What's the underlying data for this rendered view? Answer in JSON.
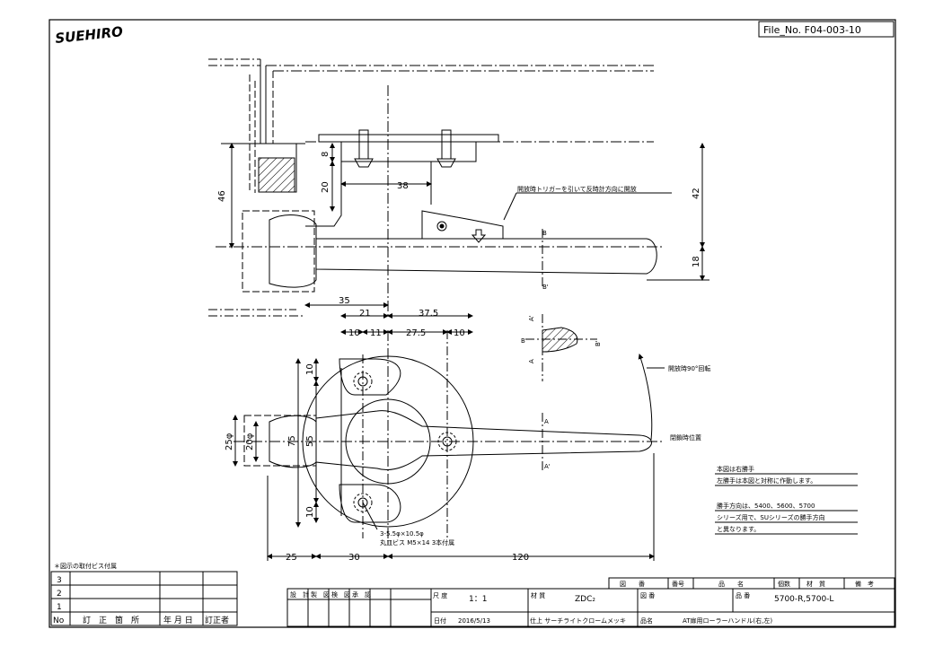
{
  "brand": {
    "logo_text": "SUEHIRO"
  },
  "file_no": "File_No. F04-003-10",
  "dimensions": {
    "d46": "46",
    "d8": "8",
    "d20": "20",
    "d38": "38",
    "d42": "42",
    "d18": "18",
    "d35": "35",
    "d21": "21",
    "d37_5": "37.5",
    "d10a": "10",
    "d11": "11",
    "d27_5": "27.5",
    "d10b": "10",
    "d10c": "10",
    "d10d": "10",
    "d25phi": "25φ",
    "d20phi": "20φ",
    "d75": "75",
    "d55": "55",
    "d25": "25",
    "d30": "30",
    "d120": "120"
  },
  "section_labels": {
    "a_prime_top": "A'",
    "b": "B",
    "b_prime": "B'",
    "a": "A",
    "b_side": "B",
    "b_prime_side": "B'",
    "a_mid": "A",
    "a_prime_mid": "A'"
  },
  "annotations": {
    "trigger_note": "開放時トリガーを引いて反時計方向に開放",
    "rotate_note": "開放時90°回転",
    "closed_note": "閉鎖時位置",
    "hole_note_1": "3-5.5φ×10.5φ",
    "hole_note_2": "丸皿ビス M5×14 3本付属",
    "hand_note_1": "本図は右勝手",
    "hand_note_2": "左勝手は本図と対称に作動します。",
    "hand_note_3": "勝手方向は、5400、5600、5700",
    "hand_note_4": "シリーズ用で、SUシリーズの勝手方向",
    "hand_note_5": "と異なります。",
    "screw_note": "＊図示の取付ビス付属"
  },
  "revision_table": {
    "rows": [
      "3",
      "2",
      "1"
    ],
    "headers": [
      "No",
      "訂　正　箇　所",
      "年 月 日",
      "訂正者"
    ]
  },
  "title_block": {
    "design": "設　計",
    "draft": "製　図",
    "check": "検　図",
    "approve": "承　認",
    "scale_label": "尺\n度",
    "scale": "1：1",
    "material_label": "材\n質",
    "material": "ZDC₂",
    "drawing_no_label": "図\n番",
    "drawing_no": "",
    "part_no_label": "品\n番",
    "part_no": "5700-R,5700-L",
    "date_label": "日付",
    "date": "2016/5/13",
    "finish": "仕上 サーチライトクロームメッキ",
    "name_label": "品名",
    "name": "AT扉用ローラーハンドル(右,左)",
    "parts_headers": [
      "図　　番",
      "番号",
      "品　　名",
      "個数",
      "材　質",
      "備　考"
    ]
  }
}
